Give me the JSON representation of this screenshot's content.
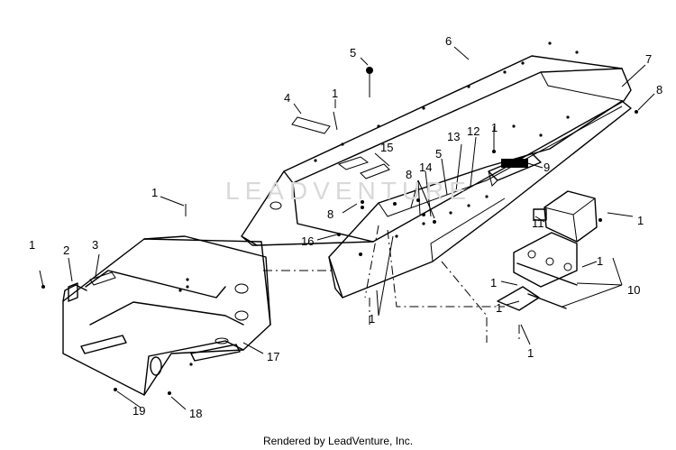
{
  "callouts": {
    "c1a": "1",
    "c1b": "1",
    "c1c": "1",
    "c1d": "1",
    "c1e": "1",
    "c1f": "1",
    "c1g": "1",
    "c1h": "1",
    "c1i": "1",
    "c1j": "1",
    "c2": "2",
    "c3": "3",
    "c4": "4",
    "c5a": "5",
    "c5b": "5",
    "c6": "6",
    "c7": "7",
    "c8a": "8",
    "c8b": "8",
    "c8c": "8",
    "c9": "9",
    "c10": "10",
    "c11": "11",
    "c12": "12",
    "c13": "13",
    "c14": "14",
    "c15": "15",
    "c16": "16",
    "c17": "17",
    "c18": "18",
    "c19": "19"
  },
  "watermark": "LEADVENTURE",
  "footer": "Rendered by LeadVenture, Inc."
}
